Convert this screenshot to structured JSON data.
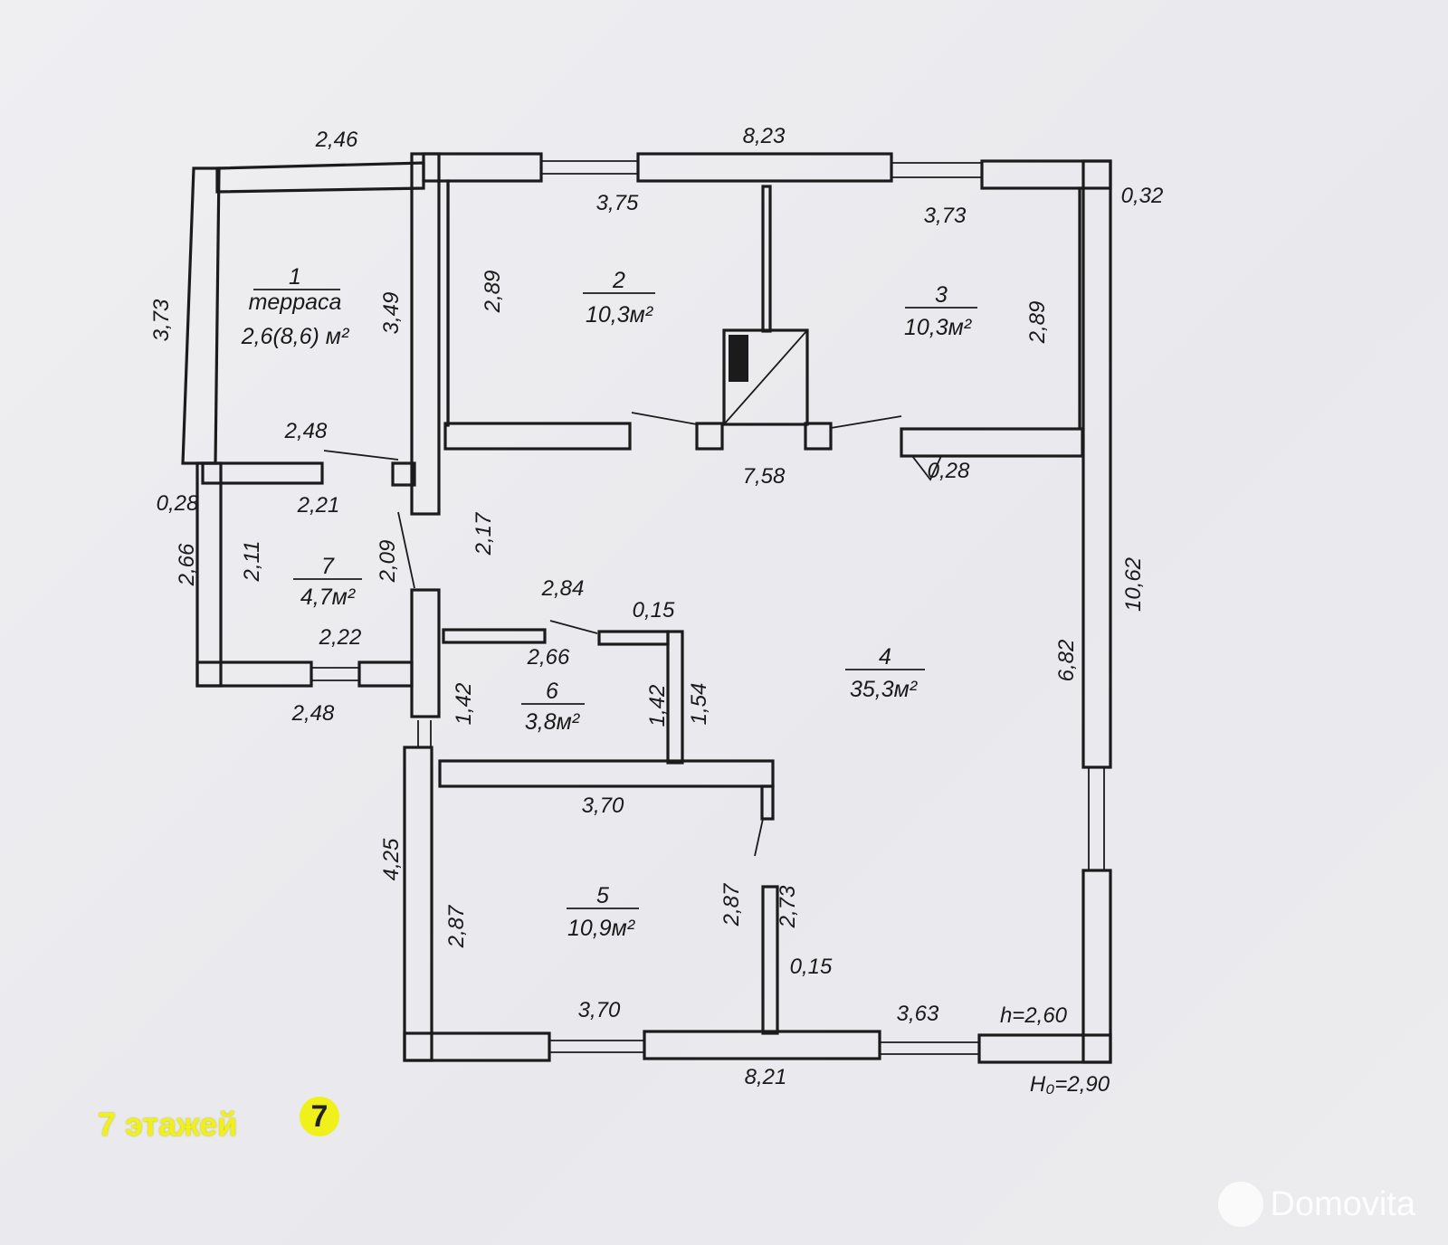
{
  "rooms": [
    {
      "id": "room-1",
      "number": "1",
      "name": "терраса",
      "area": "2,6(8,6) м²"
    },
    {
      "id": "room-2",
      "number": "2",
      "name": "",
      "area": "10,3м²"
    },
    {
      "id": "room-3",
      "number": "3",
      "name": "",
      "area": "10,3м²"
    },
    {
      "id": "room-4",
      "number": "4",
      "name": "",
      "area": "35,3м²"
    },
    {
      "id": "room-5",
      "number": "5",
      "name": "",
      "area": "10,9м²"
    },
    {
      "id": "room-6",
      "number": "6",
      "name": "",
      "area": "3,8м²"
    },
    {
      "id": "room-7",
      "number": "7",
      "name": "",
      "area": "4,7м²"
    }
  ],
  "dimensions": [
    "2,46",
    "8,23",
    "3,75",
    "3,73",
    "0,32",
    "3,73",
    "3,49",
    "2,89",
    "2,89",
    "2,48",
    "7,58",
    "0,28",
    "0,28",
    "2,21",
    "2,66",
    "2,11",
    "2,09",
    "2,17",
    "10,62",
    "2,84",
    "0,15",
    "2,22",
    "2,66",
    "6,82",
    "2,48",
    "1,42",
    "1,42",
    "1,54",
    "3,70",
    "4,25",
    "2,87",
    "2,87",
    "2,73",
    "0,15",
    "3,70",
    "3,63",
    "8,21"
  ],
  "heights": {
    "inner": "h=2,60",
    "outer": "H₀=2,90"
  },
  "branding": {
    "logo_text": "7 этажей",
    "logo_badge": "7",
    "watermark": "Domovita"
  }
}
